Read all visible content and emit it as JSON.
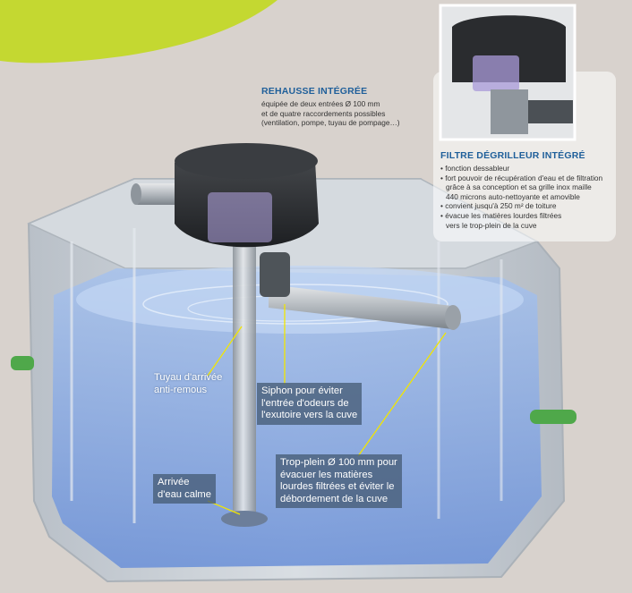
{
  "rehausse": {
    "title": "REHAUSSE INTÉGRÉE",
    "lines": [
      "équipée de deux entrées Ø 100 mm",
      "et de quatre raccordements possibles",
      "(ventilation, pompe, tuyau de pompage…)"
    ]
  },
  "filtre": {
    "title": "FILTRE DÉGRILLEUR INTÉGRÉ",
    "lines": [
      "• fonction dessableur",
      "• fort pouvoir de récupération d'eau et de filtration",
      "  grâce à sa conception et sa grille inox maille",
      "  440 microns auto-nettoyante et amovible",
      "• convient jusqu'à 250 m² de toiture",
      "• évacue les matières lourdes filtrées",
      "  vers le trop-plein de la cuve"
    ]
  },
  "callouts": {
    "tuyau": [
      "Tuyau d'arrivée",
      "anti-remous"
    ],
    "siphon": [
      "Siphon pour éviter",
      "l'entrée d'odeurs de",
      "l'exutoire vers la cuve"
    ],
    "trop_plein": [
      "Trop-plein Ø 100 mm pour",
      "évacuer les matières",
      "lourdes filtrées et éviter le",
      "débordement de la cuve"
    ],
    "arrivee": [
      "Arrivée",
      "d'eau calme"
    ]
  },
  "colors": {
    "accent_green": "#c4d831",
    "title_blue": "#1f5f9a",
    "leader_yellow": "#f2e600",
    "seal_green": "#4fa84a"
  }
}
